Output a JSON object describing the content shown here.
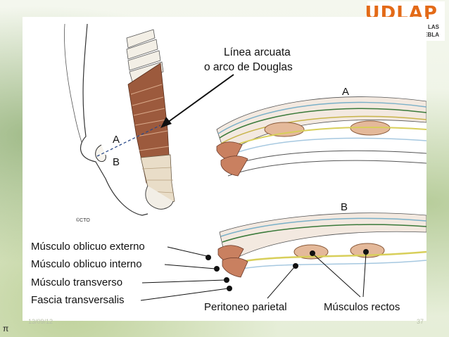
{
  "logo": {
    "text": "UDLAP",
    "line1": "E LAS",
    "line2": "EBLA",
    "color": "#e36a17"
  },
  "labels": {
    "arcuate_line": "Línea arcuata",
    "douglas_arc": "o arco de Douglas",
    "section_a": "A",
    "section_b": "B",
    "point_a": "A",
    "point_b": "B",
    "copyright": "©CTO",
    "external_oblique": "Músculo oblicuo externo",
    "internal_oblique": "Músculo oblicuo interno",
    "transverse": "Músculo transverso",
    "transversalis_fascia": "Fascia transversalis",
    "parietal_peritoneum": "Peritoneo parietal",
    "rectus_muscles": "Músculos rectos"
  },
  "footer": {
    "symbol": "π",
    "date": "13/09/12",
    "page": "37"
  }
}
